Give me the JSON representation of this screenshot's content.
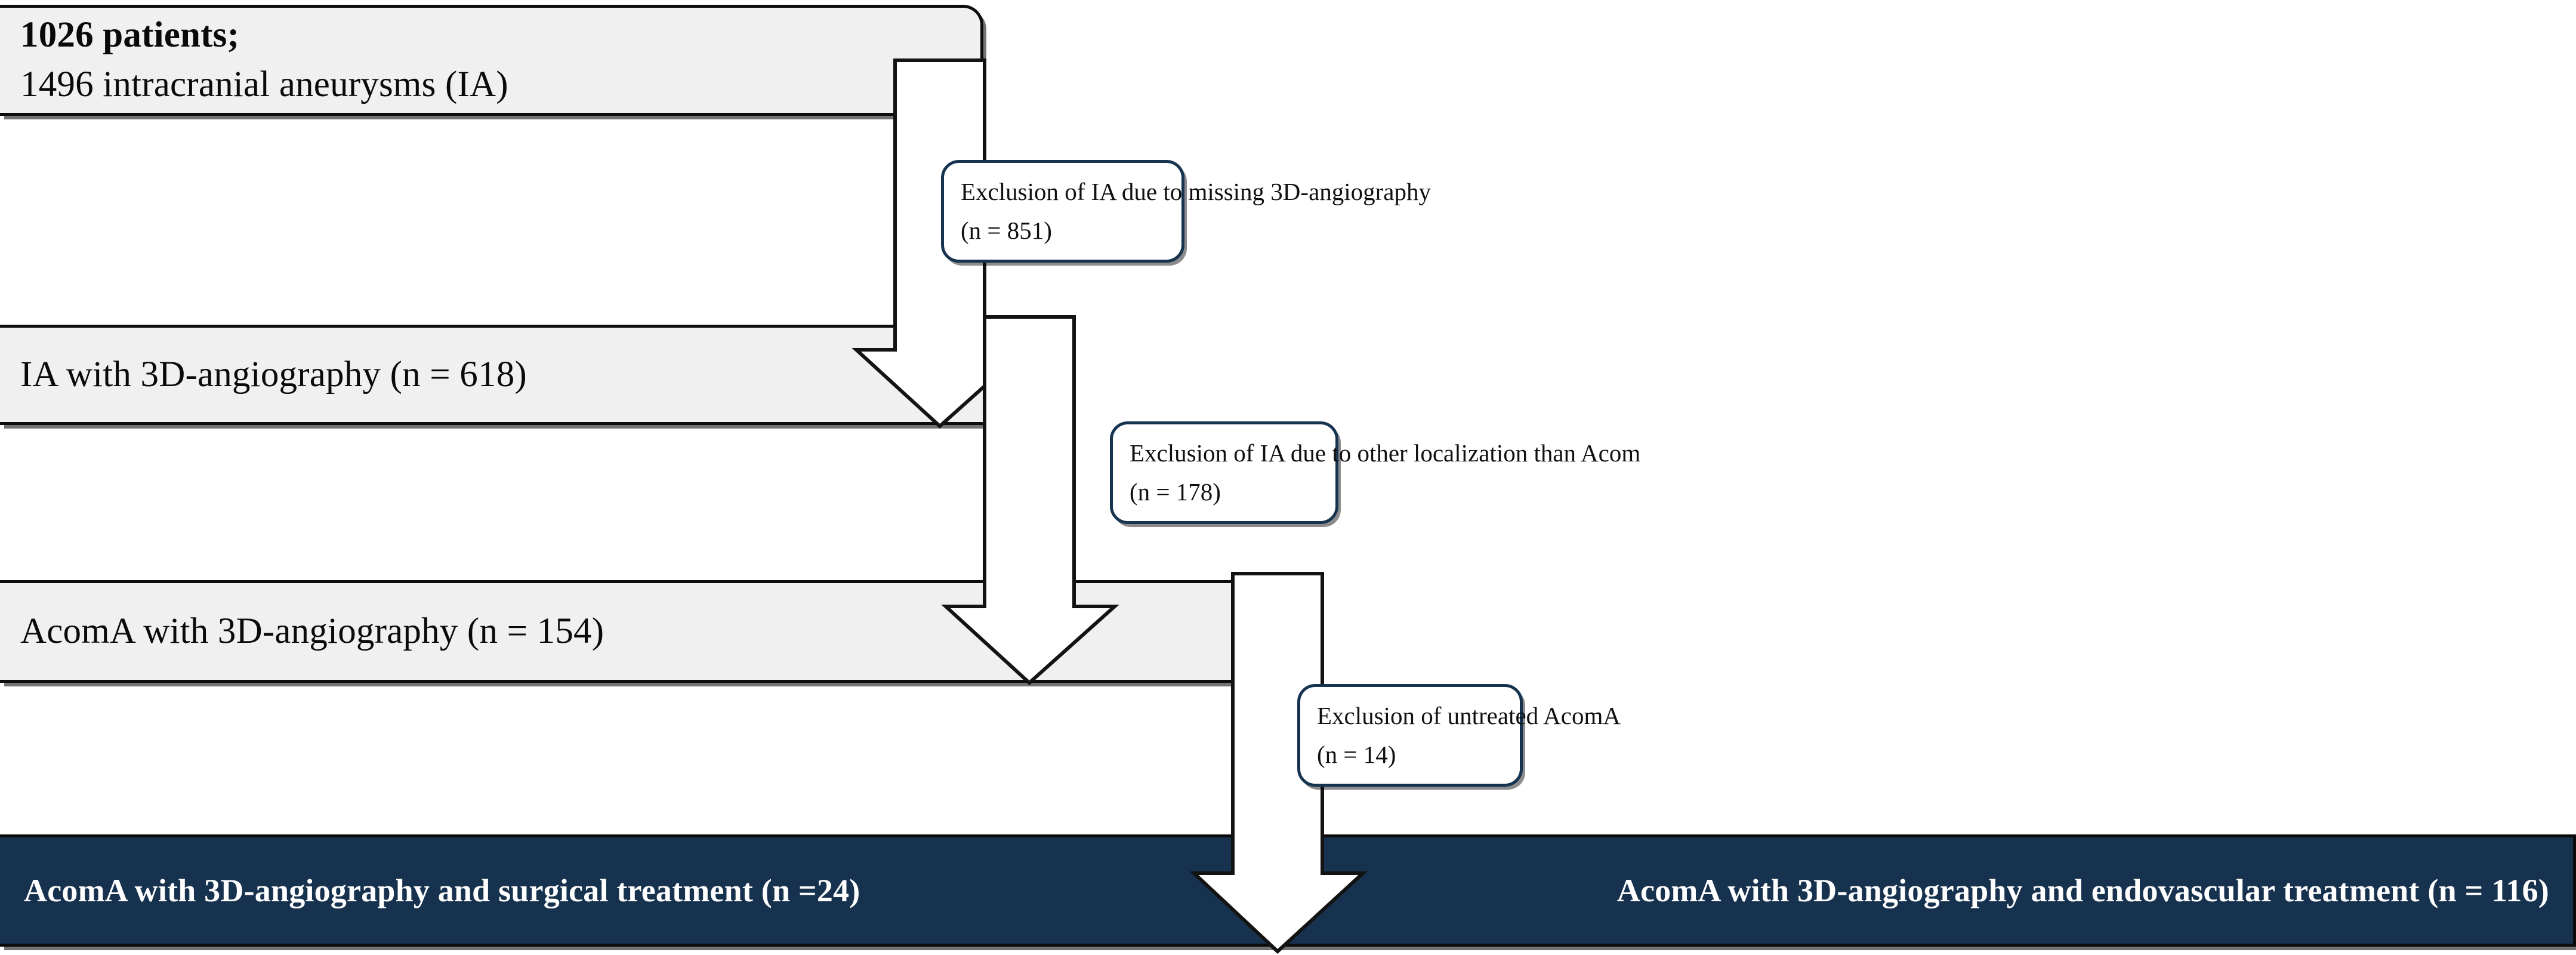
{
  "diagram": {
    "title": "Patient and aneurysm selection flowchart",
    "colors": {
      "stage_fill": "#f0f0f0",
      "stage_stroke": "#0d0d0d",
      "exclusion_stroke": "#16344f",
      "exclusion_fill": "#ffffff",
      "result_fill": "#17324e",
      "result_text": "#ffffff"
    },
    "stages": [
      {
        "id": "cohort",
        "line1": "1026 patients;",
        "line2": "1496 intracranial aneurysms (IA)"
      },
      {
        "id": "ia-3d",
        "label": "IA with 3D-angiography (n = 618)"
      },
      {
        "id": "acoma-3d",
        "label": "AcomA with 3D-angiography (n = 154)"
      }
    ],
    "exclusions": [
      {
        "id": "missing-3d-angiography",
        "reason": "Exclusion of IA due to missing 3D-angiography",
        "count": "(n = 851)"
      },
      {
        "id": "other-localization",
        "reason": "Exclusion of IA due to other localization than Acom",
        "count": "(n = 178)"
      },
      {
        "id": "untreated-acoma",
        "reason": "Exclusion of untreated AcomA",
        "count": "(n = 14)"
      }
    ],
    "results": {
      "surgical": "AcomA with 3D-angiography and surgical treatment (n =24)",
      "endovascular": "AcomA with 3D-angiography and endovascular treatment (n = 116)"
    },
    "arrows": [
      {
        "id": "arrow-cohort-to-ia",
        "direction": "down"
      },
      {
        "id": "arrow-ia-to-acoma",
        "direction": "down"
      },
      {
        "id": "arrow-acoma-to-results",
        "direction": "down"
      }
    ]
  }
}
